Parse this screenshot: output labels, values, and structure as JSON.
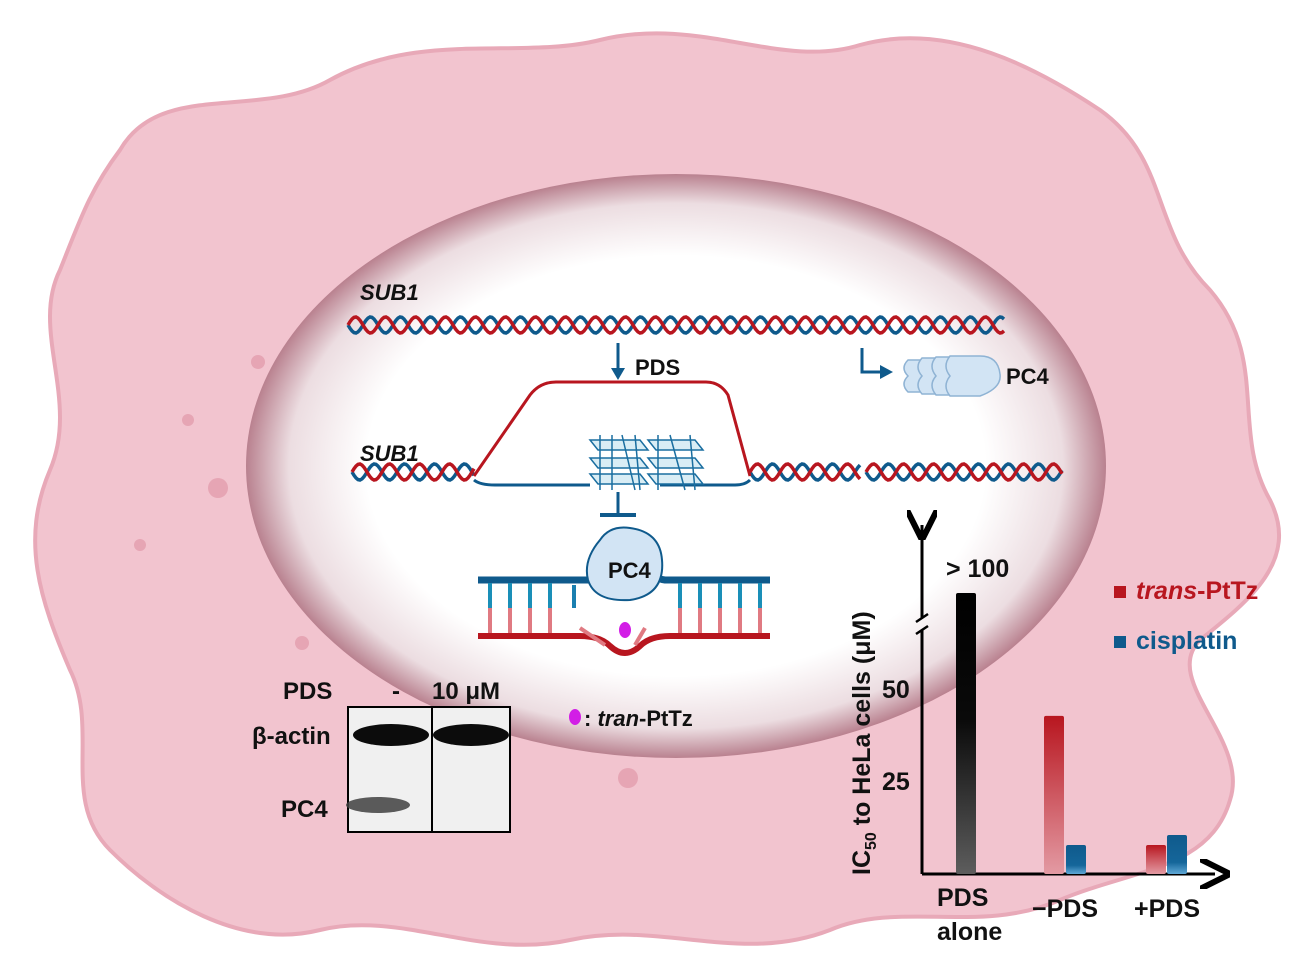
{
  "colors": {
    "cell": "#f2c4cf",
    "cell_edge": "#e8a3b4",
    "red": "#b8161f",
    "blue": "#0f5a8c",
    "pc4_fill": "#cfe2f3"
  },
  "labels": {
    "gene_top": "SUB1",
    "gene_bottom": "SUB1",
    "pds_arrow": "PDS",
    "pc4_top": "PC4",
    "pc4_bound": "PC4",
    "ligand_legend_prefix": ": ",
    "ligand_legend_italic": "tran",
    "ligand_legend_suffix": "-PtTz"
  },
  "blot": {
    "pds_label": "PDS",
    "lane1": "-",
    "lane2": "10 μM",
    "row1": "β-actin",
    "row2": "PC4"
  },
  "chart_data": {
    "type": "bar",
    "ylabel": "IC50 to HeLa cells (μM)",
    "ylabel_main": "IC",
    "ylabel_sub": "50",
    "ylabel_rest": " to HeLa cells (μM)",
    "yticks": [
      "25",
      "50"
    ],
    "ytick_values": [
      25,
      50
    ],
    "ylim": [
      0,
      70
    ],
    "axis_break": true,
    "categories": [
      "PDS alone",
      "−PDS",
      "+PDS"
    ],
    "category_lines": [
      [
        "PDS",
        "alone"
      ],
      [
        "−PDS"
      ],
      [
        "+PDS"
      ]
    ],
    "series": [
      {
        "name": "PDS alone",
        "values": [
          100,
          null,
          null
        ],
        "color": "#000000"
      },
      {
        "name": "trans-PtTz",
        "name_italic": "trans",
        "name_rest": "-PtTz",
        "values": [
          null,
          42.5,
          7.8
        ],
        "color": "#b8161f"
      },
      {
        "name": "cisplatin",
        "values": [
          null,
          7.8,
          10.5
        ],
        "color": "#0f5a8c"
      }
    ],
    "annotations": [
      "> 100"
    ],
    "legend_position": "right"
  }
}
